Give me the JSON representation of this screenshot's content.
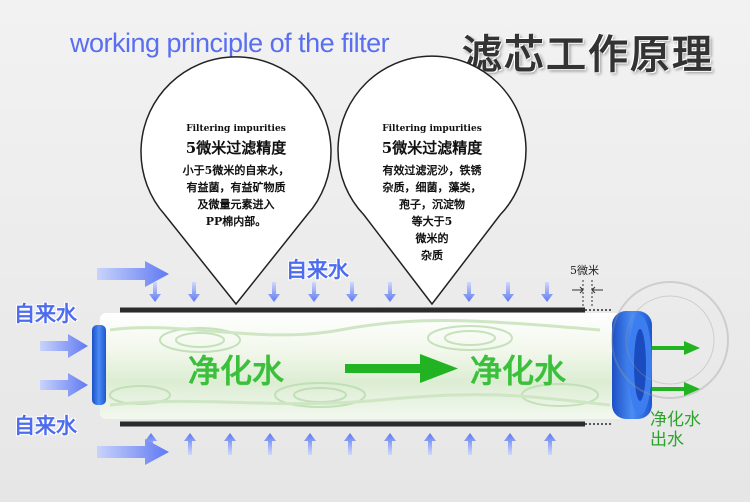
{
  "title": {
    "english": "working principle of the filter",
    "chinese": "滤芯工作原理"
  },
  "callouts": [
    {
      "english": "Filtering impurities",
      "heading": "5微米过滤精度",
      "lines": [
        "小于5微米的自来水，",
        "有益菌，有益矿物质",
        "及微量元素进入",
        "PP棉内部。"
      ]
    },
    {
      "english": "Filtering impurities",
      "heading": "5微米过滤精度",
      "lines": [
        "有效过滤泥沙，铁锈",
        "杂质，细菌，藻类，",
        "孢子，沉淀物",
        "等大于5",
        "微米的",
        "杂质"
      ]
    }
  ],
  "labels": {
    "tap_water_top": "自来水",
    "tap_water_left": "自来水",
    "tap_water_bottom": "自来水",
    "purified_left": "净化水",
    "purified_right": "净化水",
    "outlet_line1": "净化水",
    "outlet_line2": "出水",
    "micron": "5微米"
  },
  "colors": {
    "blue_arrow": "#6f86f5",
    "green_arrow": "#22b322",
    "green_text": "#3ac03a",
    "blue_text": "#4d6cf0",
    "cap_blue": "#2f6fe0"
  }
}
